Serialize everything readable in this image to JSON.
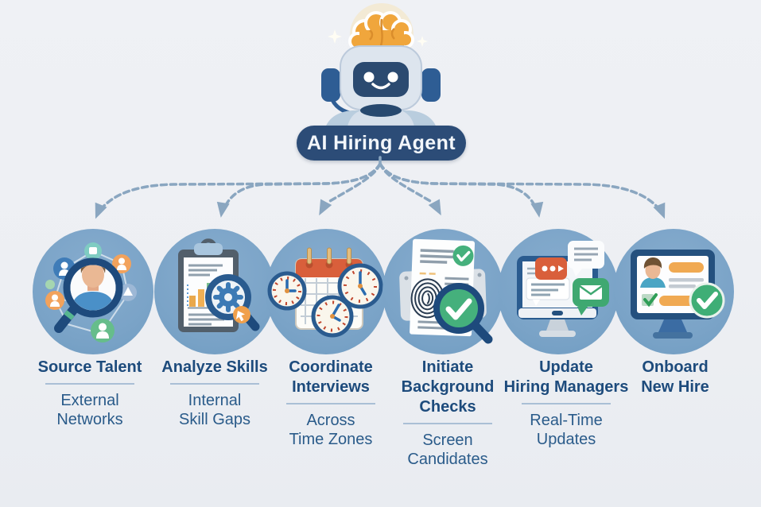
{
  "header": {
    "badge_label": "AI Hiring Agent"
  },
  "mascot": {
    "icon": "robot-with-glowing-brain-icon"
  },
  "tasks": [
    {
      "title": "Source Talent",
      "subtitle": "External\nNetworks",
      "icon": "talent-network-magnifier-icon"
    },
    {
      "title": "Analyze Skills",
      "subtitle": "Internal\nSkill Gaps",
      "icon": "clipboard-chart-gear-magnifier-icon"
    },
    {
      "title": "Coordinate\nInterviews",
      "subtitle": "Across\nTime Zones",
      "icon": "calendar-clocks-icon"
    },
    {
      "title": "Initiate\nBackground\nChecks",
      "subtitle": "Screen\nCandidates",
      "icon": "fingerprint-document-check-icon"
    },
    {
      "title": "Update\nHiring Managers",
      "subtitle": "Real-Time\nUpdates",
      "icon": "monitor-chat-notifications-icon"
    },
    {
      "title": "Onboard\nNew Hire",
      "subtitle": "",
      "icon": "monitor-profile-checklist-icon"
    }
  ],
  "colors": {
    "background": "#edeff3",
    "badge": "#2c4c77",
    "badge_text": "#f3f7fb",
    "circle": "#7aa3c7",
    "title_text": "#1d4b7c",
    "subtitle_text": "#2a5b8a",
    "underline": "#aabfd6",
    "arrow": "#8aa6c0"
  }
}
